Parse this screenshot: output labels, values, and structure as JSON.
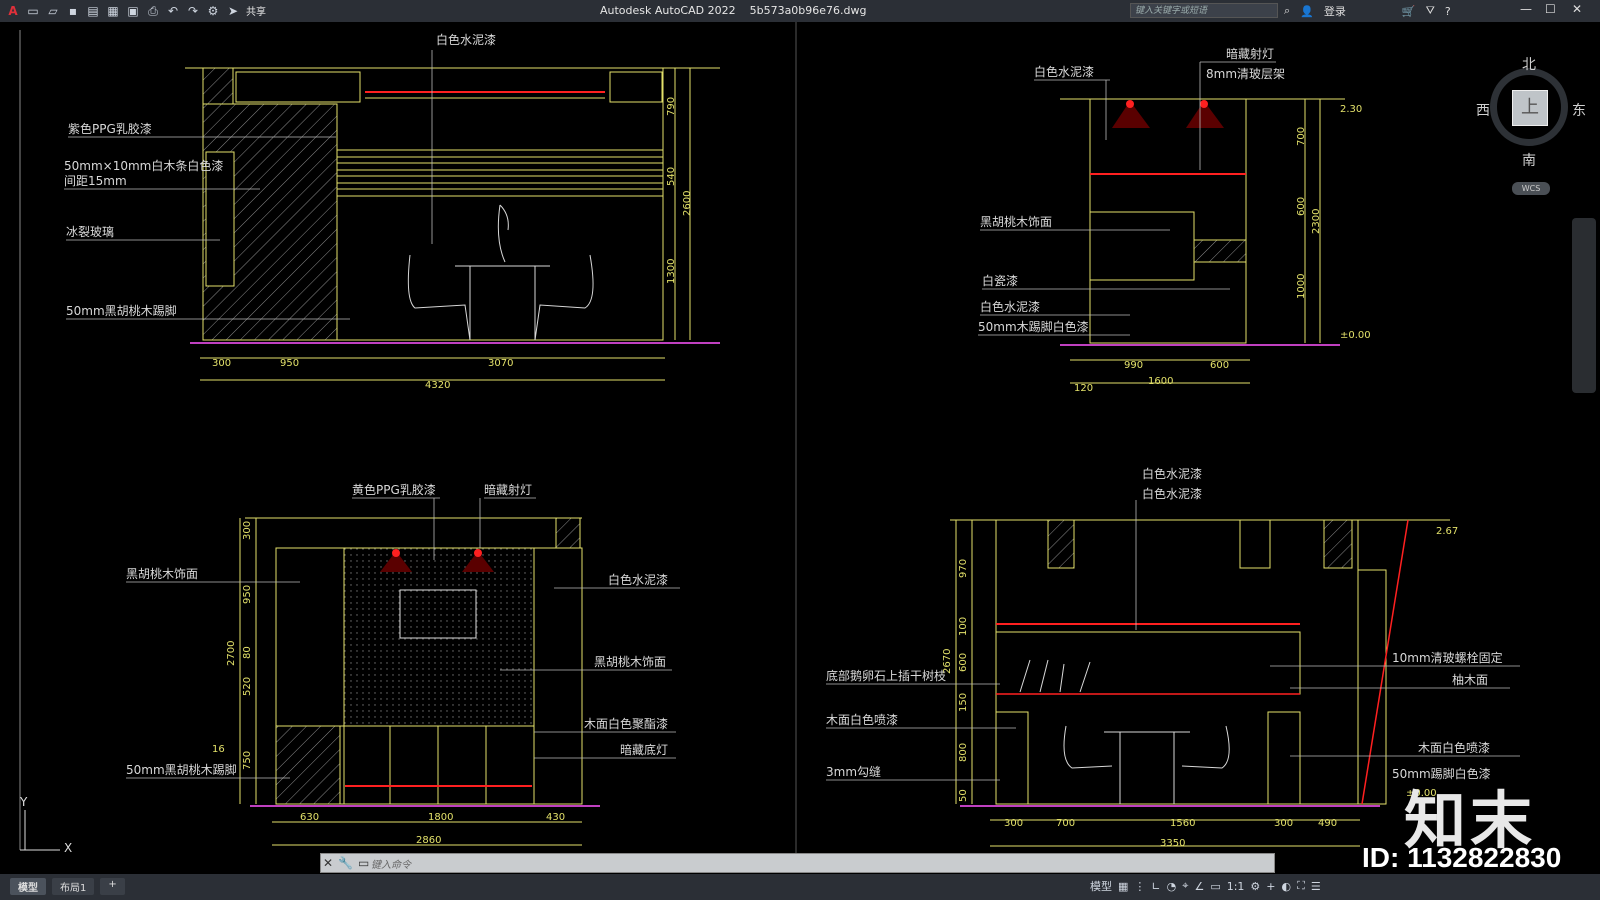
{
  "titlebar": {
    "app": "Autodesk AutoCAD 2022",
    "file": "5b573a0b96e76.dwg",
    "share": "共享",
    "search_placeholder": "键入关键字或短语",
    "login": "登录"
  },
  "viewcube": {
    "north": "北",
    "south": "南",
    "west": "西",
    "east": "东",
    "face": "上",
    "wcs": "WCS"
  },
  "cmd": {
    "placeholder": "键入命令"
  },
  "tabs": [
    "模型",
    "布局1",
    "+"
  ],
  "status": {
    "model": "模型",
    "scale": "1:1"
  },
  "watermark": {
    "brand": "知末",
    "id": "ID: 1132822830"
  },
  "p1": {
    "top_label": "白色水泥漆",
    "l1": "紫色PPG乳胶漆",
    "l2a": "50mm×10mm白木条白色漆",
    "l2b": "间距15mm",
    "l3": "冰裂玻璃",
    "l4": "50mm黑胡桃木踢脚",
    "d_v1": "790",
    "d_v2": "540",
    "d_v3": "1300",
    "d_vt": "2600",
    "d_h1": "300",
    "d_h2": "950",
    "d_h3": "3070",
    "d_ht": "4320"
  },
  "p2": {
    "l1": "白色水泥漆",
    "l2": "暗藏射灯",
    "l3": "8mm清玻层架",
    "l4": "黑胡桃木饰面",
    "l5": "白瓷漆",
    "l6": "白色水泥漆",
    "l7": "50mm木踢脚白色漆",
    "lev_top": "2.30",
    "lev_bot": "±0.00",
    "d_v1": "700",
    "d_v2": "600",
    "d_v3": "1000",
    "d_vt": "2300",
    "d_h0": "120",
    "d_h1": "990",
    "d_h2": "600",
    "d_ht": "1600"
  },
  "p3": {
    "l1": "黄色PPG乳胶漆",
    "l2": "暗藏射灯",
    "l3": "黑胡桃木饰面",
    "l4": "白色水泥漆",
    "l5": "黑胡桃木饰面",
    "l6": "木面白色聚酯漆",
    "l7": "暗藏底灯",
    "l8": "50mm黑胡桃木踢脚",
    "d_v1": "300",
    "d_v2": "950",
    "d_v3": "80",
    "d_v4": "520",
    "d_v5": "750",
    "d_vt": "2700",
    "d_16": "16",
    "d_h1": "630",
    "d_h2": "1800",
    "d_h3": "430",
    "d_ht": "2860"
  },
  "p4": {
    "l1": "白色水泥漆",
    "l2": "白色水泥漆",
    "l3": "底部鹅卵石上插干树枝",
    "l4": "木面白色喷漆",
    "l5": "3mm勾缝",
    "l6": "10mm清玻螺栓固定",
    "l7": "柚木面",
    "l8": "木面白色喷漆",
    "l9": "50mm踢脚白色漆",
    "lev_top": "2.67",
    "lev_bot": "±0.00",
    "d_v1": "970",
    "d_v2": "100",
    "d_v3": "600",
    "d_v4": "150",
    "d_v5": "800",
    "d_v6": "50",
    "d_vt": "2670",
    "d_h1": "300",
    "d_h2": "700",
    "d_h3": "1560",
    "d_h4": "300",
    "d_h5": "490",
    "d_ht": "3350"
  }
}
